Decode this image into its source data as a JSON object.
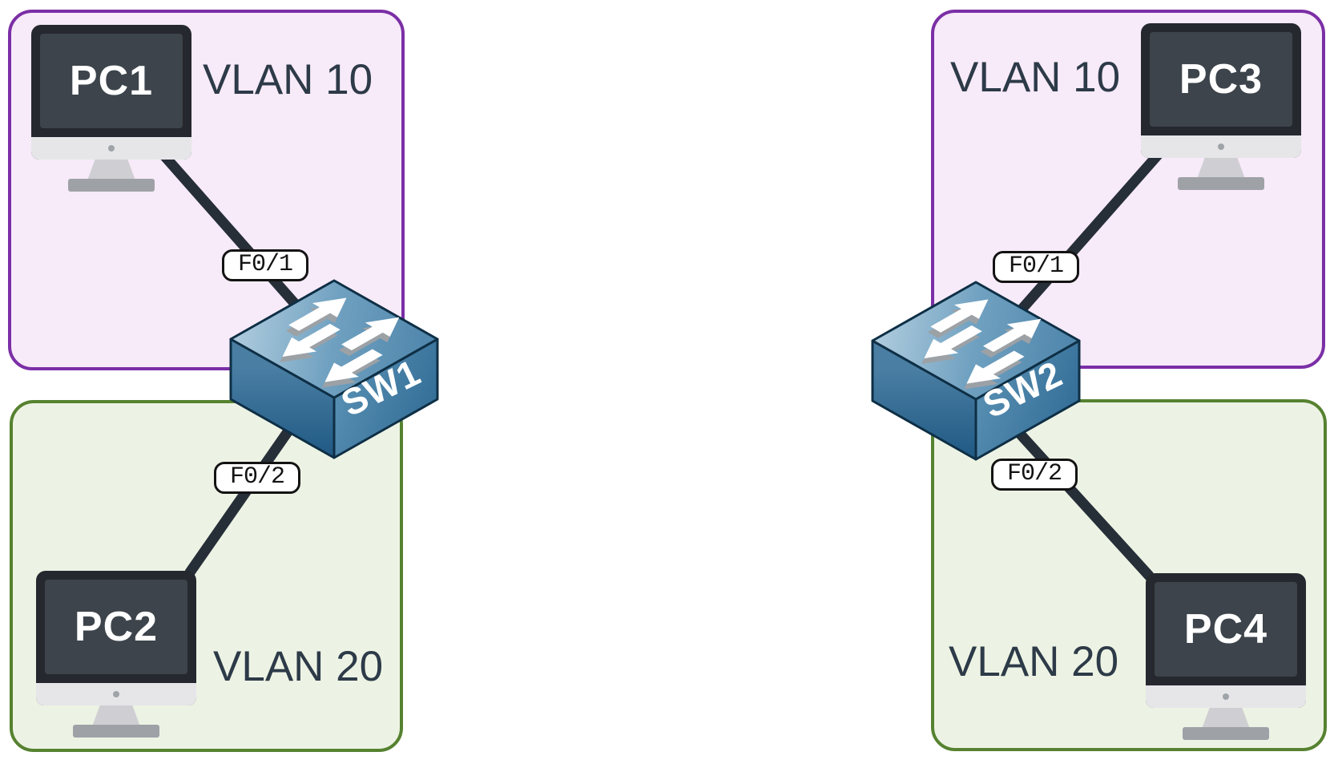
{
  "left": {
    "vlan10": {
      "label": "VLAN 10"
    },
    "vlan20": {
      "label": "VLAN 20"
    },
    "pc1": {
      "label": "PC1"
    },
    "pc2": {
      "label": "PC2"
    },
    "switch": {
      "label": "SW1"
    },
    "port_top": {
      "label": "F0/1"
    },
    "port_bottom": {
      "label": "F0/2"
    }
  },
  "right": {
    "vlan10": {
      "label": "VLAN 10"
    },
    "vlan20": {
      "label": "VLAN 20"
    },
    "pc3": {
      "label": "PC3"
    },
    "pc4": {
      "label": "PC4"
    },
    "switch": {
      "label": "SW2"
    },
    "port_top": {
      "label": "F0/1"
    },
    "port_bottom": {
      "label": "F0/2"
    }
  },
  "colors": {
    "vlan10_border": "#7B2FA6",
    "vlan10_fill": "#F7EAF9",
    "vlan20_border": "#568230",
    "vlan20_fill": "#EDF3E4",
    "vlan_text": "#2D3A48",
    "cable": "#262E38",
    "port_bg": "#FFFFFF",
    "port_border": "#131313",
    "port_text": "#131313",
    "monitor_bezel": "#25282E",
    "monitor_screen": "#3D444B",
    "monitor_chin": "#E6E6E9",
    "monitor_stand": "#CFCFD3",
    "monitor_base": "#9EA2A7",
    "camera_dot": "#9FA4A9",
    "pc_text": "#FFFFFF",
    "switch_top_light": "#B2CEDF",
    "switch_top_mid": "#6FA0C0",
    "switch_top_dark": "#4D84AA",
    "switch_left_top": "#4A7EA3",
    "switch_left_bottom": "#1E5883",
    "switch_right_light": "#558CB0",
    "switch_right_dark": "#2F6A94",
    "switch_outline": "#0E2F45",
    "arrow_fill": "#FFFFFF",
    "arrow_shadow": "#9CA1A6",
    "switch_text": "#FFFFFF"
  }
}
